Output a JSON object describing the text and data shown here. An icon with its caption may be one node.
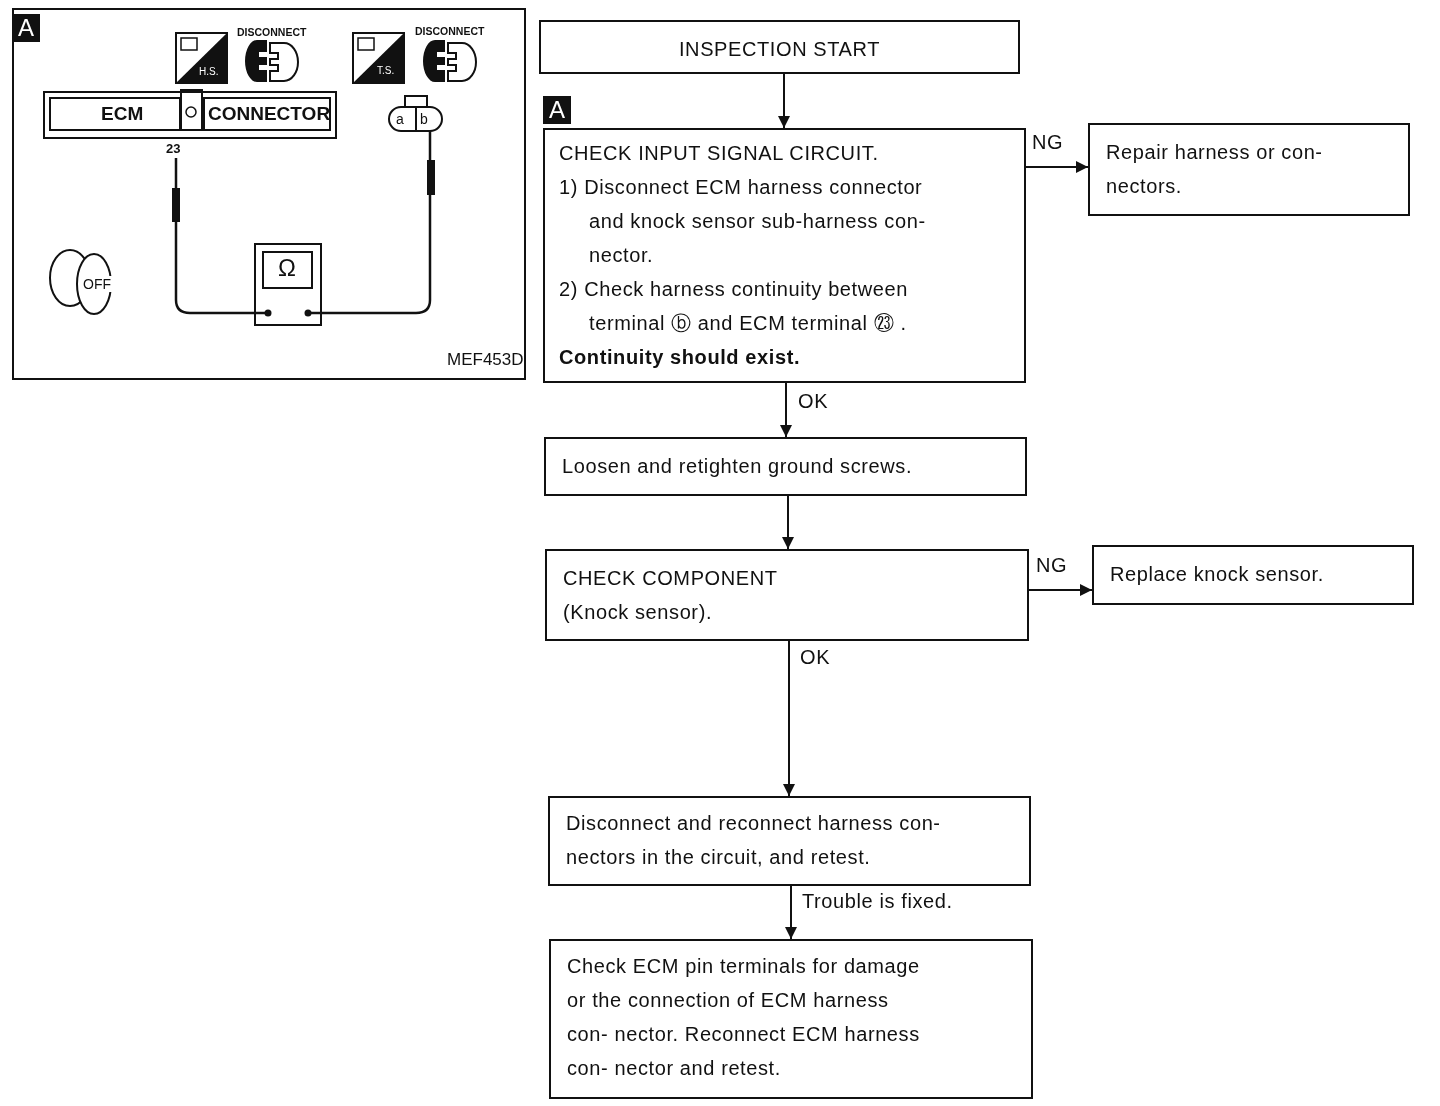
{
  "diagram": {
    "nodes": [
      {
        "text": [
          "INSPECTION START"
        ]
      },
      {
        "text": [
          "CHECK INPUT SIGNAL CIRCUIT.",
          "1) Disconnect ECM harness connector and knock sensor sub-harness con- nector.",
          "2) Check harness continuity between terminal ⓑ and ECM terminal ㉓ . **Continuity should exist.**"
        ]
      },
      {
        "text": [
          "Repair harness or con- nectors."
        ]
      },
      {
        "text": [
          "Loosen and retighten ground screws."
        ]
      },
      {
        "text": [
          "CHECK COMPONENT",
          "(Knock sensor)."
        ]
      },
      {
        "text": [
          "Replace knock sensor."
        ]
      },
      {
        "text": [
          "Disconnect and reconnect harness con- nectors in the circuit, and retest."
        ]
      },
      {
        "text": [
          "Check ECM pin terminals for damage or the connection of ECM harness con- nector. Reconnect ECM harness con- nector and retest."
        ]
      }
    ],
    "edges": [
      {
        "from": 0,
        "to": 1,
        "arrow": "to"
      },
      {
        "from": 1,
        "to": 2,
        "label": "NG",
        "arrow": "to"
      },
      {
        "from": 1,
        "to": 3,
        "label": "OK",
        "arrow": "to"
      },
      {
        "from": 3,
        "to": 4,
        "arrow": "to"
      },
      {
        "from": 4,
        "to": 5,
        "label": "NG",
        "arrow": "to"
      },
      {
        "from": 4,
        "to": 6,
        "label": "OK",
        "arrow": "to"
      },
      {
        "from": 6,
        "to": 7,
        "label": "Trouble is fixed.",
        "arrow": "to"
      }
    ],
    "labels": [
      "A",
      "DISCONNECT",
      "DISCONNECT",
      "H.S.",
      "T.S.",
      "ECM",
      "CONNECTOR",
      "a",
      "b",
      "23",
      "Ω",
      "OFF",
      "MEF453D",
      "A"
    ]
  }
}
